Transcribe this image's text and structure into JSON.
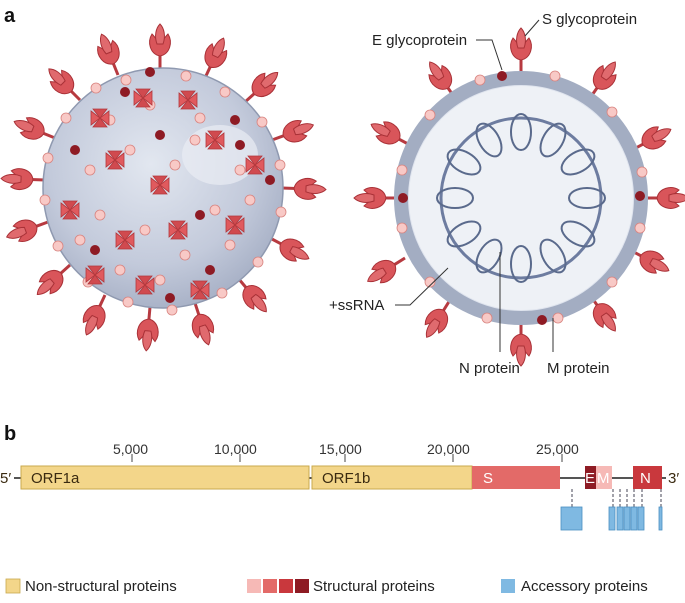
{
  "panels": {
    "a": "a",
    "b": "b"
  },
  "labels": {
    "s_glycoprotein": "S glycoprotein",
    "e_glycoprotein": "E glycoprotein",
    "ssrna": "+ssRNA",
    "n_protein": "N protein",
    "m_protein": "M protein"
  },
  "genome": {
    "five_prime": "5′",
    "three_prime": "3′",
    "ticks": [
      "5,000",
      "10,000",
      "15,000",
      "20,000",
      "25,000"
    ],
    "genes": {
      "orf1a": "ORF1a",
      "orf1b": "ORF1b",
      "s": "S",
      "e": "E",
      "m": "M",
      "n": "N"
    }
  },
  "legend": {
    "non_structural": "Non-structural proteins",
    "structural": "Structural proteins",
    "accessory": "Accessory proteins"
  },
  "colors": {
    "non_structural": "#f3d68a",
    "structural_1": "#f6b9b6",
    "structural_2": "#e36a68",
    "structural_3": "#c9383d",
    "structural_4": "#8e1b24",
    "accessory": "#7fb9e2",
    "virion_body": "#c7cfdf",
    "spike": "#d9555a"
  }
}
